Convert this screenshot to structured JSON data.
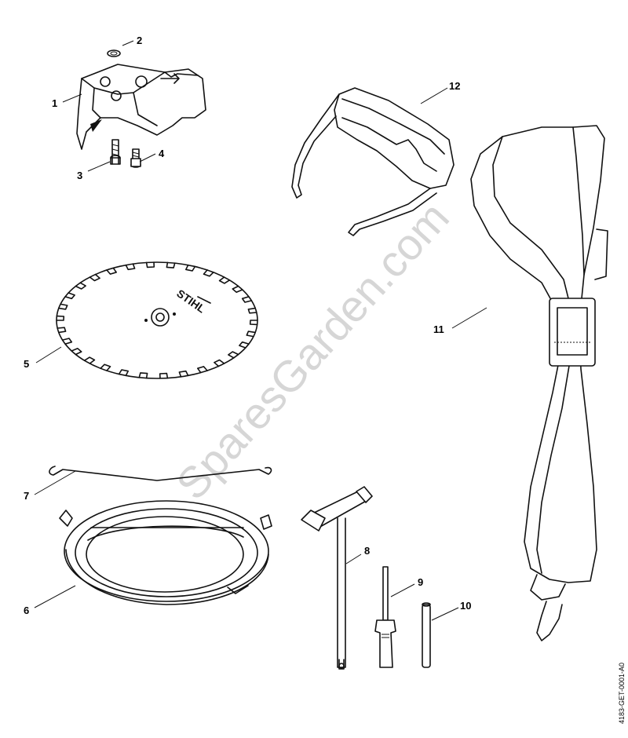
{
  "watermark": "SparesGarden.com",
  "document_id": "4183-GET-0001-A0",
  "blade_brand": "STIHL",
  "callouts": {
    "c1": "1",
    "c2": "2",
    "c3": "3",
    "c4": "4",
    "c5": "5",
    "c6": "6",
    "c7": "7",
    "c8": "8",
    "c9": "9",
    "c10": "10",
    "c11": "11",
    "c12": "12"
  }
}
